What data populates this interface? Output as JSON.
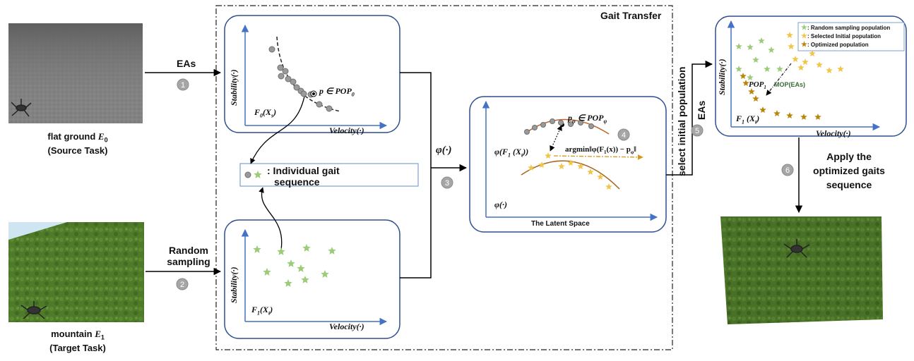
{
  "source_task": {
    "title": "flat ground",
    "env_symbol": "E",
    "env_sub": "0",
    "task_label": "(Source Task)",
    "ground_color": "#7d7d7d"
  },
  "target_task": {
    "title": "mountain",
    "env_symbol": "E",
    "env_sub": "1",
    "task_label": "(Target Task)",
    "ground_color": "#4f7a2a",
    "sky_color": "#cfe6f2"
  },
  "result_scene": {
    "ground_color": "#4c7428"
  },
  "gait_transfer_title": "Gait Transfer",
  "steps": {
    "step1": {
      "label": "EAs",
      "num": "1"
    },
    "step2": {
      "label_line1": "Random",
      "label_line2": "sampling",
      "num": "2"
    },
    "step3": {
      "label": "φ(·)",
      "num": "3"
    },
    "step4": {
      "num": "4"
    },
    "step5": {
      "label_line1": "select initial population",
      "label_line2": "EAs",
      "num": "5"
    },
    "step6": {
      "label_line1": "Apply the",
      "label_line2": "optimized gaits",
      "label_line3": "sequence",
      "num": "6"
    }
  },
  "source_plot": {
    "ylabel": "Stability(·)",
    "xlabel": "Velocity(·)",
    "func_label": "F",
    "func_sub": "0",
    "func_arg": "(X",
    "func_arg_sub": "s",
    "func_arg_end": ")",
    "point_label": "p ∈ POP",
    "point_label_sub": "0"
  },
  "target_plot": {
    "ylabel": "Stability(·)",
    "xlabel": "Velocity(·)",
    "func_label": "F",
    "func_sub": "1",
    "func_arg": "(X",
    "func_arg_sub": "t",
    "func_arg_end": ")"
  },
  "latent_plot": {
    "title": "The Latent Space",
    "axis_label": "φ(·)",
    "point_label": "p",
    "point_label_sub": "φ",
    "point_label_rest": " ∈ POP",
    "point_label_rest_sub": "φ",
    "map_label": "φ(F",
    "map_label_sub1": "1",
    "map_label_mid": " (X",
    "map_label_sub2": "t",
    "map_label_end": "))",
    "argmin_label": "argmin‖φ(F",
    "argmin_sub1": "1",
    "argmin_mid": "(x)) − p",
    "argmin_sub2": "φ",
    "argmin_end": "‖"
  },
  "individual_legend": {
    "text_line1": ": Individual gait",
    "text_line2": "sequence"
  },
  "result_plot": {
    "ylabel": "Stability(·)",
    "xlabel": "Velocity(·)",
    "func_label": "F",
    "func_sub": "1",
    "func_arg": " (X",
    "func_arg_sub": "t",
    "func_arg_end": ")",
    "pop_label": "POP",
    "pop_sub": "1",
    "mop_label": "MOP(EAs)",
    "legend": [
      {
        "label": ": Random sampling population",
        "color": "#9ccc7a"
      },
      {
        "label": ": Selected Initial population",
        "color": "#f0c64a"
      },
      {
        "label": ": Optimized population",
        "color": "#b8860b"
      }
    ]
  },
  "colors": {
    "box_border": "#2f4f8f",
    "axis": "#4472c4",
    "gray_point": "#9a9a9a",
    "green_star": "#9ccc7a",
    "yellow_star": "#f0c64a",
    "dark_star": "#b8860b",
    "curve_orange": "#c0622a",
    "curve_brown": "#a8641c",
    "badge": "#a6a6a6",
    "mop_text": "#3a6b35"
  }
}
